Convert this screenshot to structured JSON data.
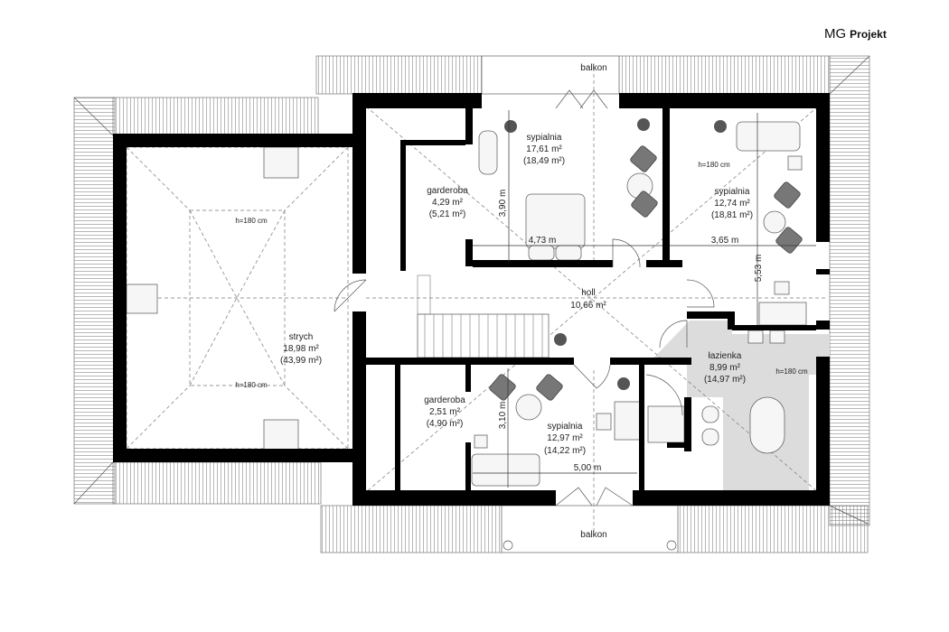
{
  "brand": {
    "logo_main": "MG",
    "logo_sub": "Projekt"
  },
  "rooms": {
    "balcony_top": {
      "name": "balkon"
    },
    "balcony_bottom": {
      "name": "balkon"
    },
    "bedroom_1": {
      "name": "sypialnia",
      "area": "17,61 m²",
      "area_total": "(18,49 m²)",
      "width": "4,73 m",
      "depth": "3,90 m"
    },
    "wardrobe_1": {
      "name": "garderoba",
      "area": "4,29 m²",
      "area_total": "(5,21 m²)"
    },
    "bedroom_2": {
      "name": "sypialnia",
      "area": "12,74 m²",
      "area_total": "(18,81 m²)",
      "width": "3,65 m",
      "depth": "5,53 m",
      "height_note": "h=180 cm"
    },
    "attic": {
      "name": "strych",
      "area": "18,98 m²",
      "area_total": "(43,99 m²)",
      "height_note_top": "h=180 cm",
      "height_note_bottom": "h=180 cm"
    },
    "hall": {
      "name": "holl",
      "area": "10,66 m²"
    },
    "bathroom": {
      "name": "łazienka",
      "area": "8,99 m²",
      "area_total": "(14,97 m²)",
      "height_note": "h=180 cm"
    },
    "wardrobe_2": {
      "name": "garderoba",
      "area": "2,51 m²",
      "area_total": "(4,90 m²)"
    },
    "bedroom_3": {
      "name": "sypialnia",
      "area": "12,97 m²",
      "area_total": "(14,22 m²)",
      "width": "5,00 m",
      "depth": "3,10 m"
    }
  },
  "colors": {
    "wall": "#000000",
    "bathroom_floor": "#dcdcdc"
  }
}
